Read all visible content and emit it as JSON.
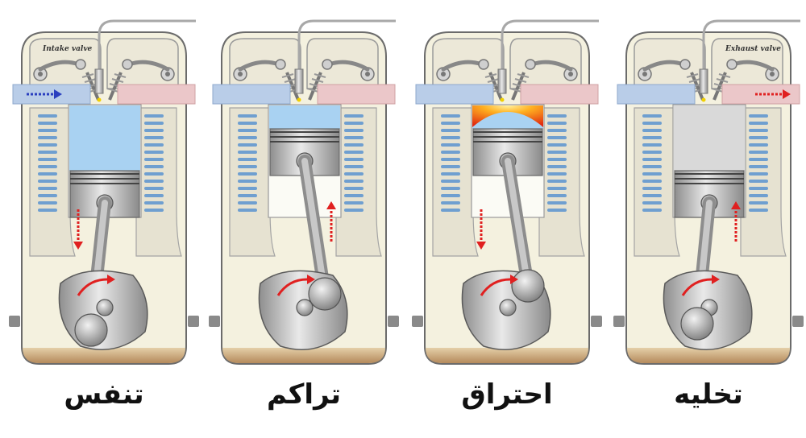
{
  "strokes": [
    {
      "key": "intake",
      "label": "تنفس",
      "valve_label": "Intake valve",
      "arrow_dir": "down",
      "phase": "intake",
      "flow_side": "left"
    },
    {
      "key": "compression",
      "label": "تراکم",
      "valve_label": "",
      "arrow_dir": "up",
      "phase": "compression",
      "flow_side": "none"
    },
    {
      "key": "combustion",
      "label": "احتراق",
      "valve_label": "",
      "arrow_dir": "down",
      "phase": "combustion",
      "flow_side": "none"
    },
    {
      "key": "exhaust",
      "label": "تخلیه",
      "valve_label": "Exhaust valve",
      "arrow_dir": "up",
      "phase": "exhaust",
      "flow_side": "right"
    }
  ],
  "colors": {
    "engine_body": "#f4f1df",
    "engine_outline": "#6b6b6b",
    "intake_channel": "#b9cde8",
    "exhaust_channel": "#ebc7c9",
    "fresh_charge": "#a9d2f2",
    "exhaust_gas": "#d9d9d9",
    "flame": "#e53015",
    "coolant": "#6f9fd0",
    "arrow": "#e02020",
    "metal": "#b6b6b6",
    "oil_sump": "#c9a47a"
  }
}
